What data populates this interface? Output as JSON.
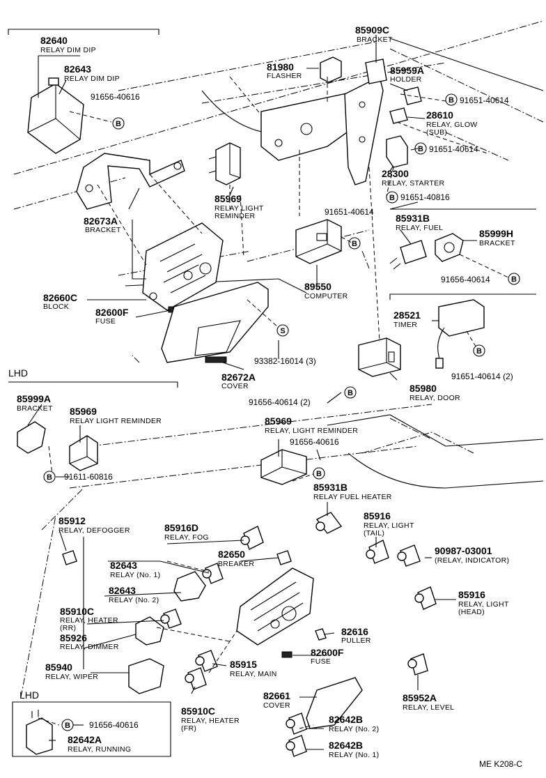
{
  "sections": {
    "lhd_top": "LHD",
    "lhd_bottom": "LHD"
  },
  "footer": {
    "code": "ME  K208-C"
  },
  "callouts": [
    {
      "id": "c1",
      "num": "82640",
      "desc": "RELAY DIM DIP"
    },
    {
      "id": "c2",
      "num": "82643",
      "desc": "RELAY DIM DIP"
    },
    {
      "id": "c3",
      "num": "91656-40616",
      "desc": ""
    },
    {
      "id": "c4",
      "num": "81980",
      "desc": "FLASHER"
    },
    {
      "id": "c5",
      "num": "85909C",
      "desc": "BRACKET"
    },
    {
      "id": "c6",
      "num": "85959A",
      "desc": "HOLDER"
    },
    {
      "id": "c7",
      "num": "91651-40614",
      "desc": ""
    },
    {
      "id": "c8",
      "num": "28610",
      "desc": "RELAY, GLOW"
    },
    {
      "id": "c8b",
      "num": "",
      "desc": "(SUB)"
    },
    {
      "id": "c9",
      "num": "91651-40614",
      "desc": ""
    },
    {
      "id": "c10",
      "num": "28300",
      "desc": "RELAY, STARTER"
    },
    {
      "id": "c11",
      "num": "91651-40816",
      "desc": ""
    },
    {
      "id": "c12",
      "num": "82673A",
      "desc": "BRACKET"
    },
    {
      "id": "c13",
      "num": "85969",
      "desc": "RELAY LIGHT"
    },
    {
      "id": "c13b",
      "num": "",
      "desc": "REMINDER"
    },
    {
      "id": "c14",
      "num": "91651-40614",
      "desc": ""
    },
    {
      "id": "c15",
      "num": "85931B",
      "desc": "RELAY, FUEL"
    },
    {
      "id": "c16",
      "num": "85999H",
      "desc": "BRACKET"
    },
    {
      "id": "c17",
      "num": "91656-40614",
      "desc": ""
    },
    {
      "id": "c18",
      "num": "82660C",
      "desc": "BLOCK"
    },
    {
      "id": "c19",
      "num": "82600F",
      "desc": "FUSE"
    },
    {
      "id": "c20",
      "num": "89550",
      "desc": "COMPUTER"
    },
    {
      "id": "c21",
      "num": "28521",
      "desc": "TIMER"
    },
    {
      "id": "c22",
      "num": "93382-16014 (3)",
      "desc": ""
    },
    {
      "id": "c23",
      "num": "82672A",
      "desc": "COVER"
    },
    {
      "id": "c24",
      "num": "91651-40614 (2)",
      "desc": ""
    },
    {
      "id": "c25",
      "num": "91656-40614 (2)",
      "desc": ""
    },
    {
      "id": "c26",
      "num": "85980",
      "desc": "RELAY, DOOR"
    },
    {
      "id": "c27",
      "num": "85999A",
      "desc": "BRACKET"
    },
    {
      "id": "c28",
      "num": "85969",
      "desc": "RELAY LIGHT REMINDER"
    },
    {
      "id": "c29",
      "num": "85969",
      "desc": "RELAY, LIGHT REMINDER"
    },
    {
      "id": "c30",
      "num": "91656-40616",
      "desc": ""
    },
    {
      "id": "c31",
      "num": "91611-60816",
      "desc": ""
    },
    {
      "id": "c32",
      "num": "85931B",
      "desc": "RELAY FUEL HEATER"
    },
    {
      "id": "c33",
      "num": "85912",
      "desc": "RELAY, DEFOGGER"
    },
    {
      "id": "c34",
      "num": "85916D",
      "desc": "RELAY, FOG"
    },
    {
      "id": "c35",
      "num": "85916",
      "desc": "RELAY, LIGHT"
    },
    {
      "id": "c35b",
      "num": "",
      "desc": "(TAIL)"
    },
    {
      "id": "c36",
      "num": "90987-03001",
      "desc": "(RELAY, INDICATOR)"
    },
    {
      "id": "c37",
      "num": "82643",
      "desc": "RELAY (No. 1)"
    },
    {
      "id": "c38",
      "num": "82650",
      "desc": "BREAKER"
    },
    {
      "id": "c39",
      "num": "82643",
      "desc": "RELAY (No. 2)"
    },
    {
      "id": "c40",
      "num": "85916",
      "desc": "RELAY, LIGHT"
    },
    {
      "id": "c40b",
      "num": "",
      "desc": "(HEAD)"
    },
    {
      "id": "c41",
      "num": "85910C",
      "desc": "RELAY, HEATER"
    },
    {
      "id": "c41b",
      "num": "",
      "desc": "(RR)"
    },
    {
      "id": "c42",
      "num": "82616",
      "desc": "PULLER"
    },
    {
      "id": "c43",
      "num": "85926",
      "desc": "RELAY, DIMMER"
    },
    {
      "id": "c44",
      "num": "82600F",
      "desc": "FUSE"
    },
    {
      "id": "c45",
      "num": "85940",
      "desc": "RELAY, WIPER"
    },
    {
      "id": "c46",
      "num": "85915",
      "desc": "RELAY, MAIN"
    },
    {
      "id": "c47",
      "num": "85910C",
      "desc": "RELAY, HEATER"
    },
    {
      "id": "c47b",
      "num": "",
      "desc": "(FR)"
    },
    {
      "id": "c48",
      "num": "82661",
      "desc": "COVER"
    },
    {
      "id": "c49",
      "num": "85952A",
      "desc": "RELAY, LEVEL"
    },
    {
      "id": "c50",
      "num": "91656-40616",
      "desc": ""
    },
    {
      "id": "c51",
      "num": "82642A",
      "desc": "RELAY, RUNNING"
    },
    {
      "id": "c52",
      "num": "82642B",
      "desc": "RELAY (No. 2)"
    },
    {
      "id": "c53",
      "num": "82642B",
      "desc": "RELAY (No. 1)"
    }
  ],
  "markers": {
    "b": "B",
    "s": "S"
  }
}
